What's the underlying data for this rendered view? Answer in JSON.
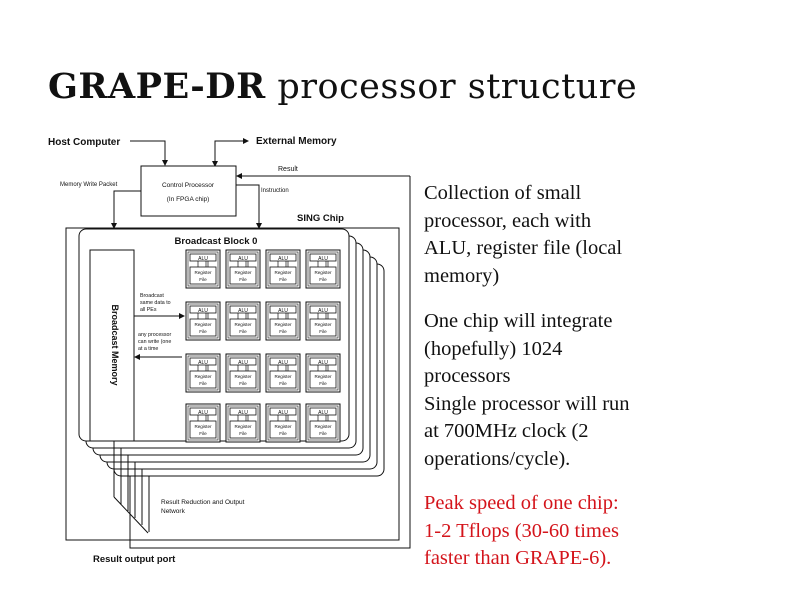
{
  "slide": {
    "title_bold": "GRAPE-DR",
    "title_rest": " processor structure"
  },
  "diagram": {
    "host_computer": "Host Computer",
    "external_memory": "External Memory",
    "result": "Result",
    "memory_write_packet": "Memory Write Packet",
    "control_processor": "Control Processor",
    "control_processor_sub": "(In FPGA chip)",
    "instruction": "Instruction",
    "sing_chip": "SING Chip",
    "broadcast_block": "Broadcast Block 0",
    "broadcast_memory": "Broadcast Memory",
    "broadcast_note": [
      "Broadcast",
      "same data to",
      "all PEs"
    ],
    "write_note": [
      "any processor",
      "can write (one",
      "at a time"
    ],
    "pe": {
      "alu": "ALU",
      "register_line1": "Register",
      "register_line2": "File"
    },
    "pe_rows": 4,
    "pe_cols": 4,
    "stacked_blocks": 6,
    "reduction_network": [
      "Result Reduction and Output",
      "Network"
    ],
    "result_output_port": "Result output port"
  },
  "bullets": {
    "b1": [
      "Collection of small",
      "processor, each with",
      "ALU, register file (local",
      "memory)"
    ],
    "b2": [
      "One chip will integrate",
      "(hopefully) 1024",
      "processors",
      "Single processor will run",
      "at 700MHz clock (2",
      "operations/cycle)."
    ],
    "b3": [
      "Peak speed of one chip:",
      "1-2 Tflops (30-60 times",
      "faster than GRAPE-6)."
    ]
  },
  "colors": {
    "text": "#111111",
    "highlight": "#d4141b"
  }
}
